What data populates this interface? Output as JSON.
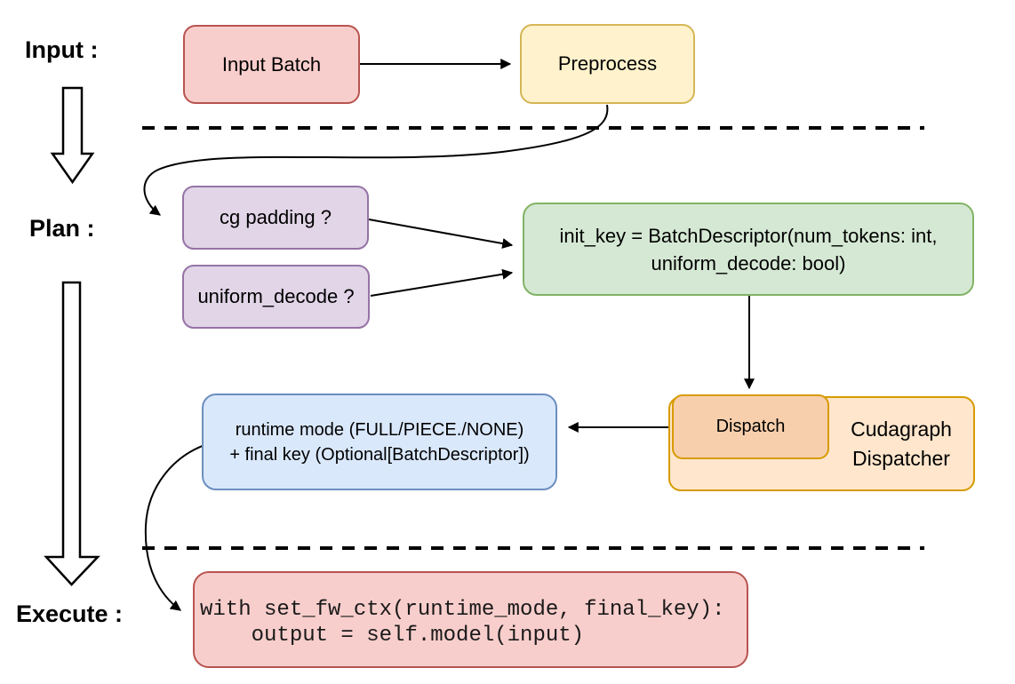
{
  "stage_labels": {
    "input": "Input :",
    "plan": "Plan :",
    "execute": "Execute :"
  },
  "nodes": {
    "input_batch": "Input Batch",
    "preprocess": "Preprocess",
    "cg_padding": "cg padding ?",
    "uniform_decode": "uniform_decode ?",
    "init_key_line1": "init_key = BatchDescriptor(num_tokens: int,",
    "init_key_line2": "uniform_decode: bool)",
    "dispatch": "Dispatch",
    "dispatcher_line1": "Cudagraph",
    "dispatcher_line2": "Dispatcher",
    "runtime_line1": "runtime mode (FULL/PIECE./NONE)",
    "runtime_line2": "+ final key (Optional[BatchDescriptor])",
    "code_line1": "with set_fw_ctx(runtime_mode, final_key):",
    "code_line2": "    output = self.model(input)"
  },
  "colors": {
    "red_fill": "#f8cecc",
    "red_stroke": "#b85450",
    "yellow_fill": "#fff2cc",
    "yellow_stroke": "#d6b656",
    "purple_fill": "#e1d5e7",
    "purple_stroke": "#9673a6",
    "green_fill": "#d5e8d4",
    "green_stroke": "#82b366",
    "blue_fill": "#dae8fc",
    "blue_stroke": "#6c8ebf",
    "orange_outer_fill": "#ffe6cc",
    "orange_inner_fill": "#f8cfad",
    "orange_stroke": "#d79b00",
    "connector": "#000000",
    "background": "#ffffff"
  }
}
